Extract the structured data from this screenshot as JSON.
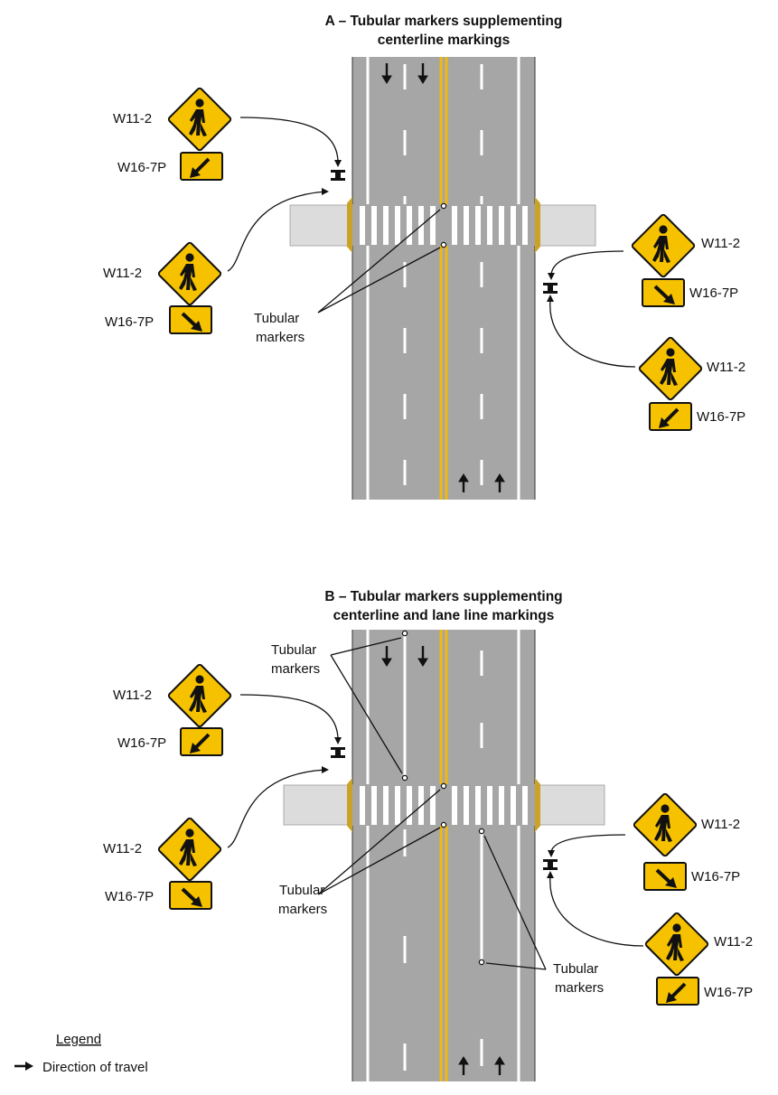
{
  "panels": [
    {
      "id": "A",
      "title_line1": "A – Tubular markers supplementing",
      "title_line2": "centerline markings",
      "sign_code": "W11-2",
      "plaque_code": "W16-7P",
      "marker_label_line1": "Tubular",
      "marker_label_line2": "markers"
    },
    {
      "id": "B",
      "title_line1": "B – Tubular markers supplementing",
      "title_line2": "centerline and lane line markings",
      "sign_code": "W11-2",
      "plaque_code": "W16-7P",
      "marker_label_line1": "Tubular",
      "marker_label_line2": "markers"
    }
  ],
  "legend": {
    "heading": "Legend",
    "direction_label": "Direction of travel"
  },
  "colors": {
    "road": "#a6a6a6",
    "sidewalk": "#dcdcdc",
    "lane_line": "#ffffff",
    "centerline": "#f2b80f",
    "sign_yellow": "#f6c200",
    "ink": "#111111",
    "tactile": "#c9a227"
  },
  "icons": {
    "warning_sign": "pedestrian-crossing-diamond-icon",
    "plaque": "diagonal-arrow-plaque-icon",
    "direction": "arrow-icon",
    "marker": "tubular-marker-icon",
    "beacon": "sign-post-icon"
  }
}
